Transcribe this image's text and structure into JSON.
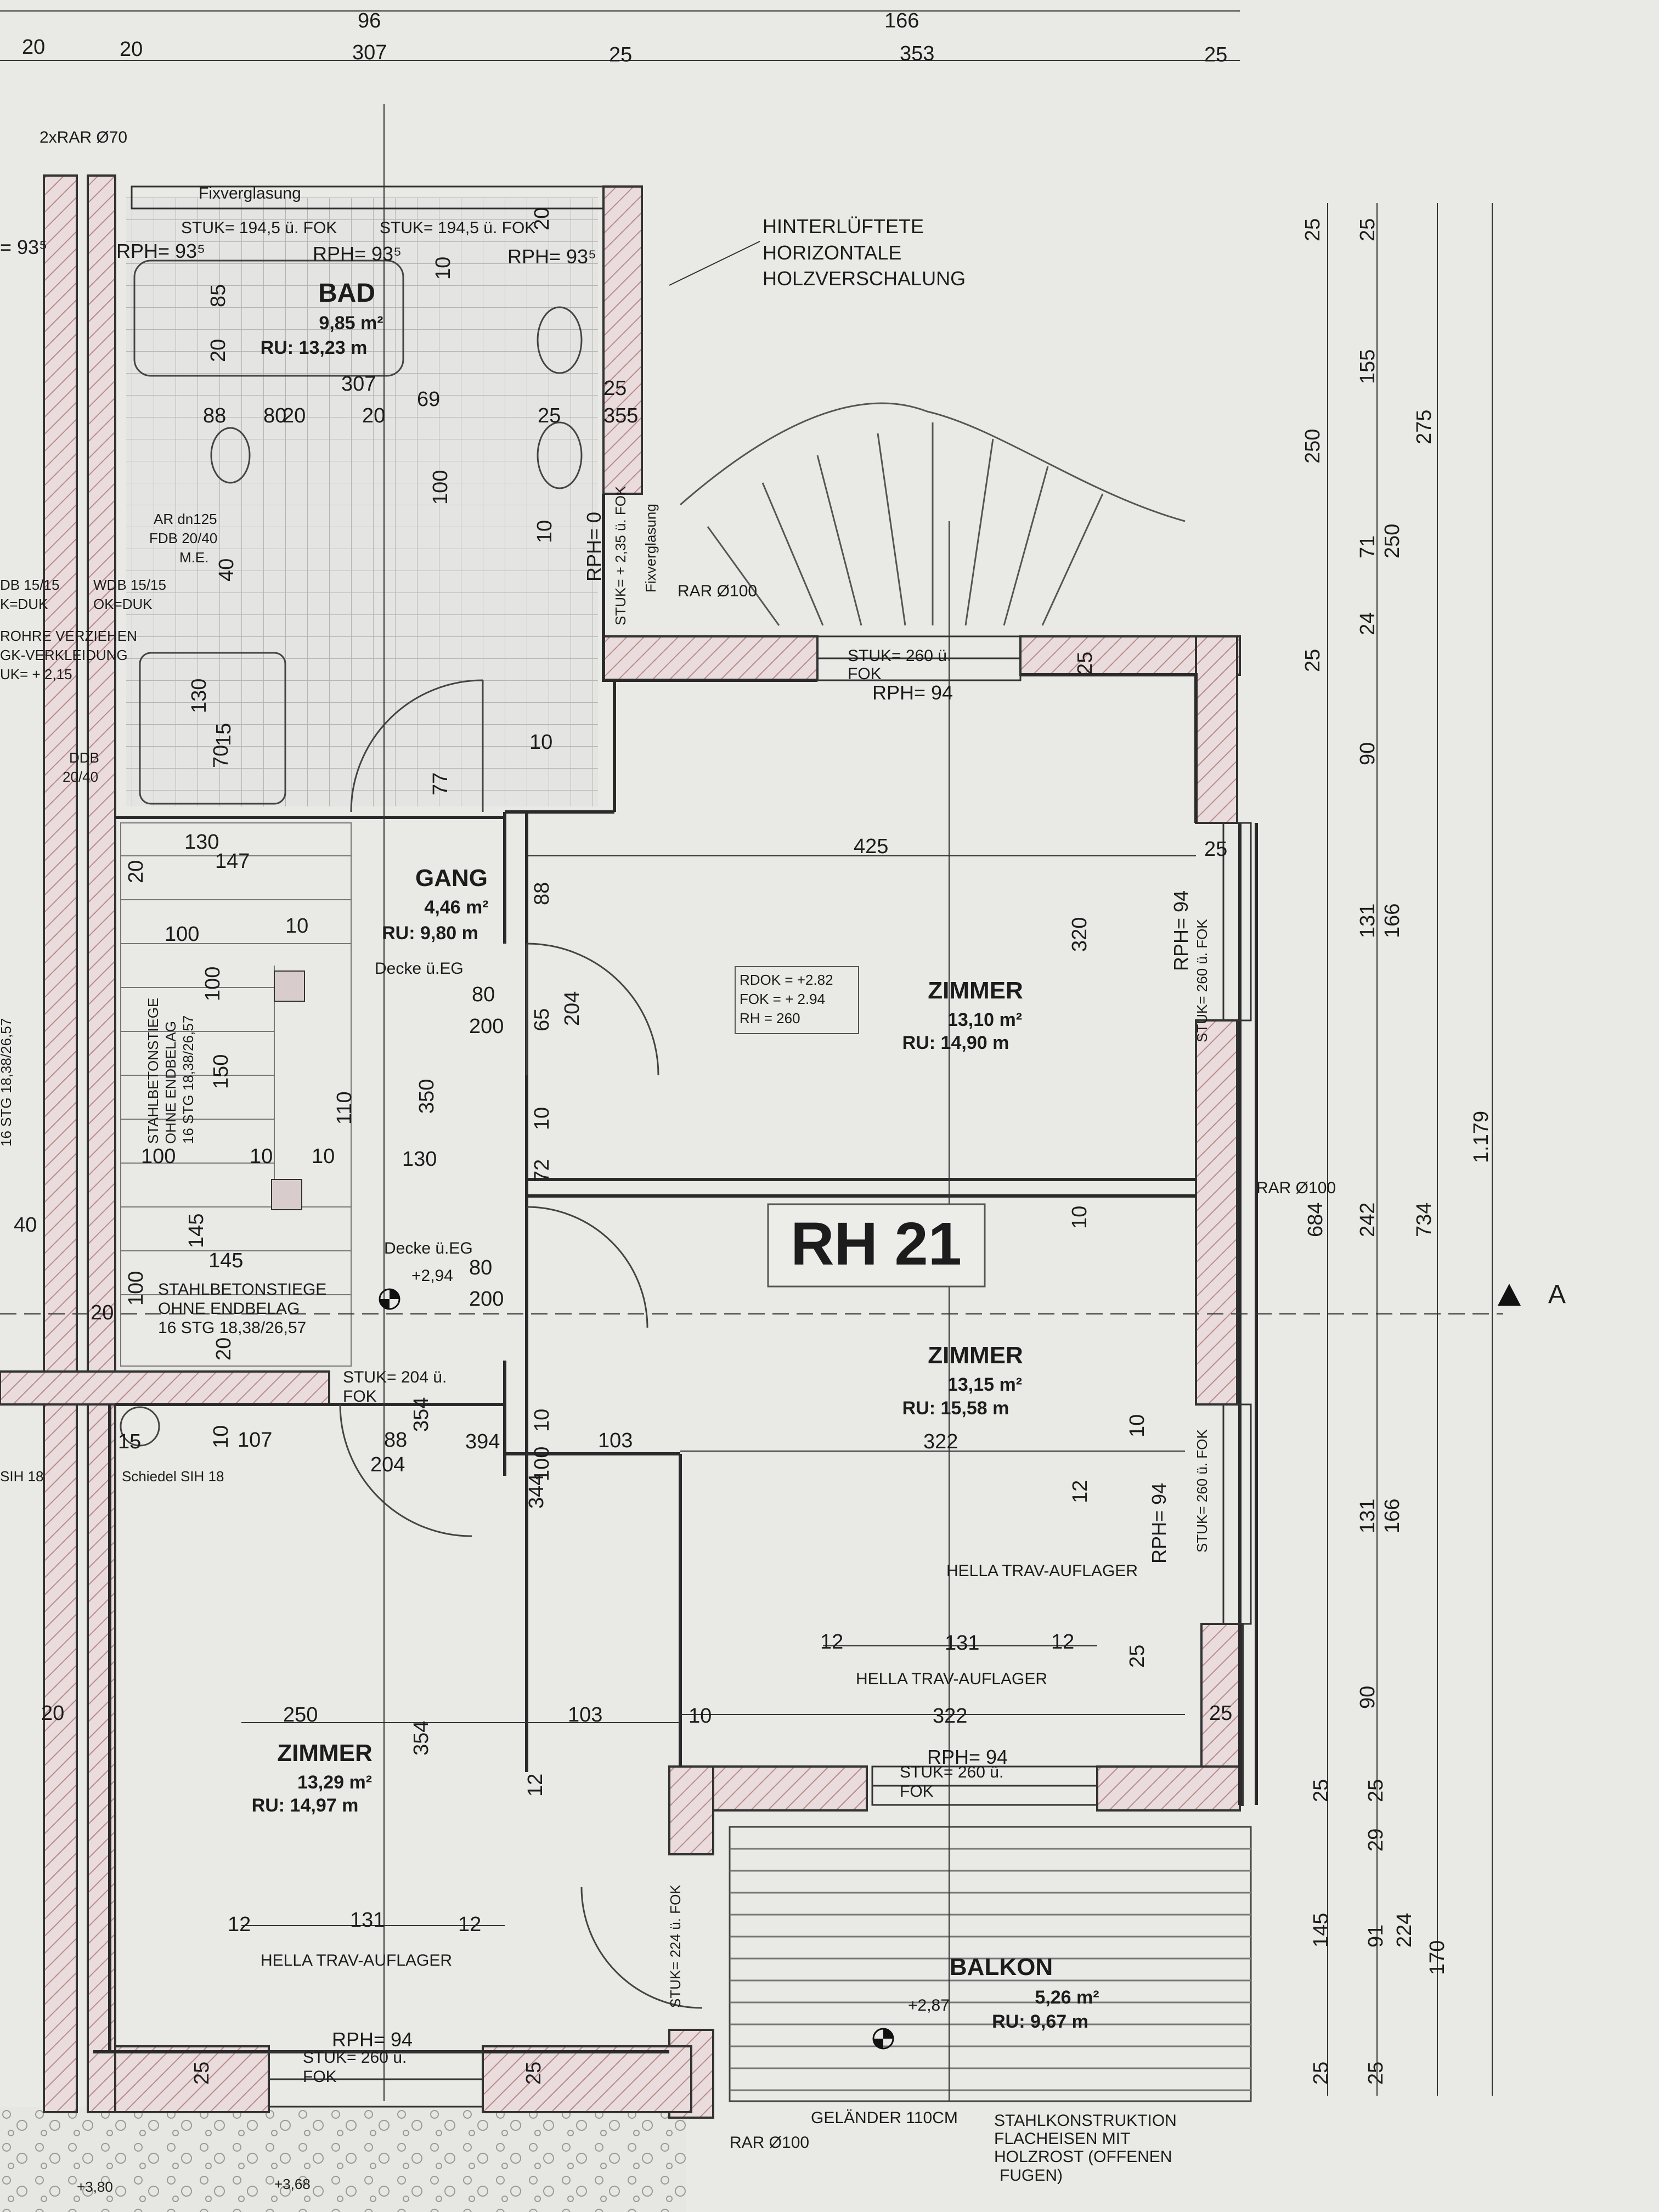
{
  "rh_label": "RH 21",
  "section_marker": "A",
  "rooms": {
    "bad": {
      "name": "BAD",
      "area": "9,85 m²",
      "ru": "RU: 13,23 m"
    },
    "gang": {
      "name": "GANG",
      "area": "4,46 m²",
      "ru": "RU: 9,80 m"
    },
    "zimmer1": {
      "name": "ZIMMER",
      "area": "13,10 m²",
      "ru": "RU:  14,90 m"
    },
    "zimmer2": {
      "name": "ZIMMER",
      "area": "13,15 m²",
      "ru": "RU: 15,58 m"
    },
    "zimmer3": {
      "name": "ZIMMER",
      "area": "13,29 m²",
      "ru": "RU:  14,97 m"
    },
    "balkon": {
      "name": "BALKON",
      "area": "5,26 m²",
      "ru": "RU: 9,67 m"
    }
  },
  "level_box": [
    "RDOK = +2.82",
    "FOK = + 2.94",
    "RH = 260"
  ],
  "notes": {
    "facade": [
      "HINTERLÜFTETE",
      "HORIZONTALE",
      "HOLZVERSCHALUNG"
    ],
    "fixverglasung": "Fixverglasung",
    "fixverglasung2": "Fixverglasung",
    "stuk_top1": "STUK= 194,5 ü. FOK",
    "stuk_top2": "STUK= 194,5 ü. FOK",
    "rph_top1": "RPH= 93⁵",
    "rph_top2": "RPH= 93⁵",
    "rph_top3": "RPH= 93⁵",
    "rph_left": "= 93⁵",
    "rar_top": "2xRAR Ø70",
    "rar_mid": "RAR Ø100",
    "rar_right": "RAR Ø100",
    "rar_bottom": "RAR Ø100",
    "rph0": "RPH= 0",
    "stuk235": "STUK= + 2,35 ü. FOK",
    "stuk260_top": [
      "STUK= 260 ü.",
      "FOK"
    ],
    "rph94_top": "RPH= 94",
    "rph94_right1": "RPH= 94",
    "stuk260_right1": "STUK= 260 ü. FOK",
    "rph94_right2": "RPH= 94",
    "stuk260_right2": "STUK= 260 ü. FOK",
    "rph94_bot_mid": "RPH= 94",
    "stuk260_bot_mid": [
      "STUK= 260 ü.",
      "FOK"
    ],
    "rph94_bot_left": "RPH= 94",
    "stuk260_bot_left": [
      "STUK= 260 ü.",
      "FOK"
    ],
    "stuk204": [
      "STUK= 204 ü.",
      "FOK"
    ],
    "stuk224": "STUK= 224 ü. FOK",
    "decke1": "Decke ü.EG",
    "decke2": "Decke ü.EG",
    "level294": "+2,94",
    "level287": "+2,87",
    "stiege1": [
      "STAHLBETONSTIEGE",
      "OHNE ENDBELAG",
      "16 STG 18,38/26,57"
    ],
    "stiege2": [
      "STAHLBETONSTIEGE",
      "OHNE ENDBELAG",
      "16 STG 18,38/26,57"
    ],
    "stiege_left": "16 STG 18,38/26,57",
    "schiedel": "Schiedel SIH 18",
    "sih": "SIH 18",
    "hella1": "HELLA TRAV-AUFLAGER",
    "hella2": "HELLA TRAV-AUFLAGER",
    "hella3": "HELLA TRAV-AUFLAGER",
    "gelaender": "GELÄNDER 110CM",
    "stahl": [
      "STAHLKONSTRUKTION",
      "FLACHEISEN MIT",
      "HOLZROST (OFFENEN",
      "FUGEN)"
    ],
    "ar": [
      "AR dn125",
      "FDB 20/40",
      "M.E."
    ],
    "wdb": [
      "WDB 15/15",
      "OK=DUK"
    ],
    "db": [
      "DB 15/15",
      "K=DUK"
    ],
    "rohre": [
      "ROHRE VERZIEHEN",
      "GK-VERKLEIDUNG",
      "UK= + 2,15"
    ],
    "ddb": [
      "DDB",
      "20/40"
    ],
    "level380": "+3,80",
    "level368": "+3,68"
  },
  "dims_top": [
    "96",
    "166",
    "307",
    "25",
    "353",
    "25",
    "20",
    "20"
  ],
  "dims_h": [
    "307",
    "425",
    "320",
    "322",
    "322",
    "250",
    "103",
    "131",
    "131",
    "147",
    "130",
    "100",
    "145",
    "107",
    "103",
    "88",
    "204",
    "204",
    "200",
    "200",
    "80",
    "80",
    "350",
    "110",
    "130"
  ],
  "dims_right1": [
    "25",
    "250",
    "25",
    "90",
    "131",
    "242",
    "131",
    "90",
    "25",
    "145",
    "25"
  ],
  "dims_right2": [
    "25",
    "155",
    "71",
    "24",
    "166",
    "684",
    "166",
    "25",
    "29",
    "91",
    "25"
  ],
  "dims_right3": [
    "275",
    "250",
    "734",
    "224",
    "170"
  ],
  "dims_total": "1.179",
  "misc_numbers": [
    "85",
    "20",
    "10",
    "20",
    "80",
    "20",
    "20",
    "88",
    "69",
    "25",
    "25",
    "355",
    "100",
    "10",
    "40",
    "130",
    "15",
    "70",
    "10",
    "77",
    "88",
    "65",
    "10",
    "72",
    "10",
    "100",
    "20",
    "10",
    "100",
    "150",
    "100",
    "10",
    "10",
    "145",
    "100",
    "20",
    "20",
    "40",
    "20",
    "15",
    "10",
    "354",
    "394",
    "344",
    "354",
    "12",
    "12",
    "12",
    "12",
    "12",
    "12",
    "10",
    "25",
    "25",
    "25",
    "25",
    "25",
    "25",
    "10",
    "10"
  ]
}
